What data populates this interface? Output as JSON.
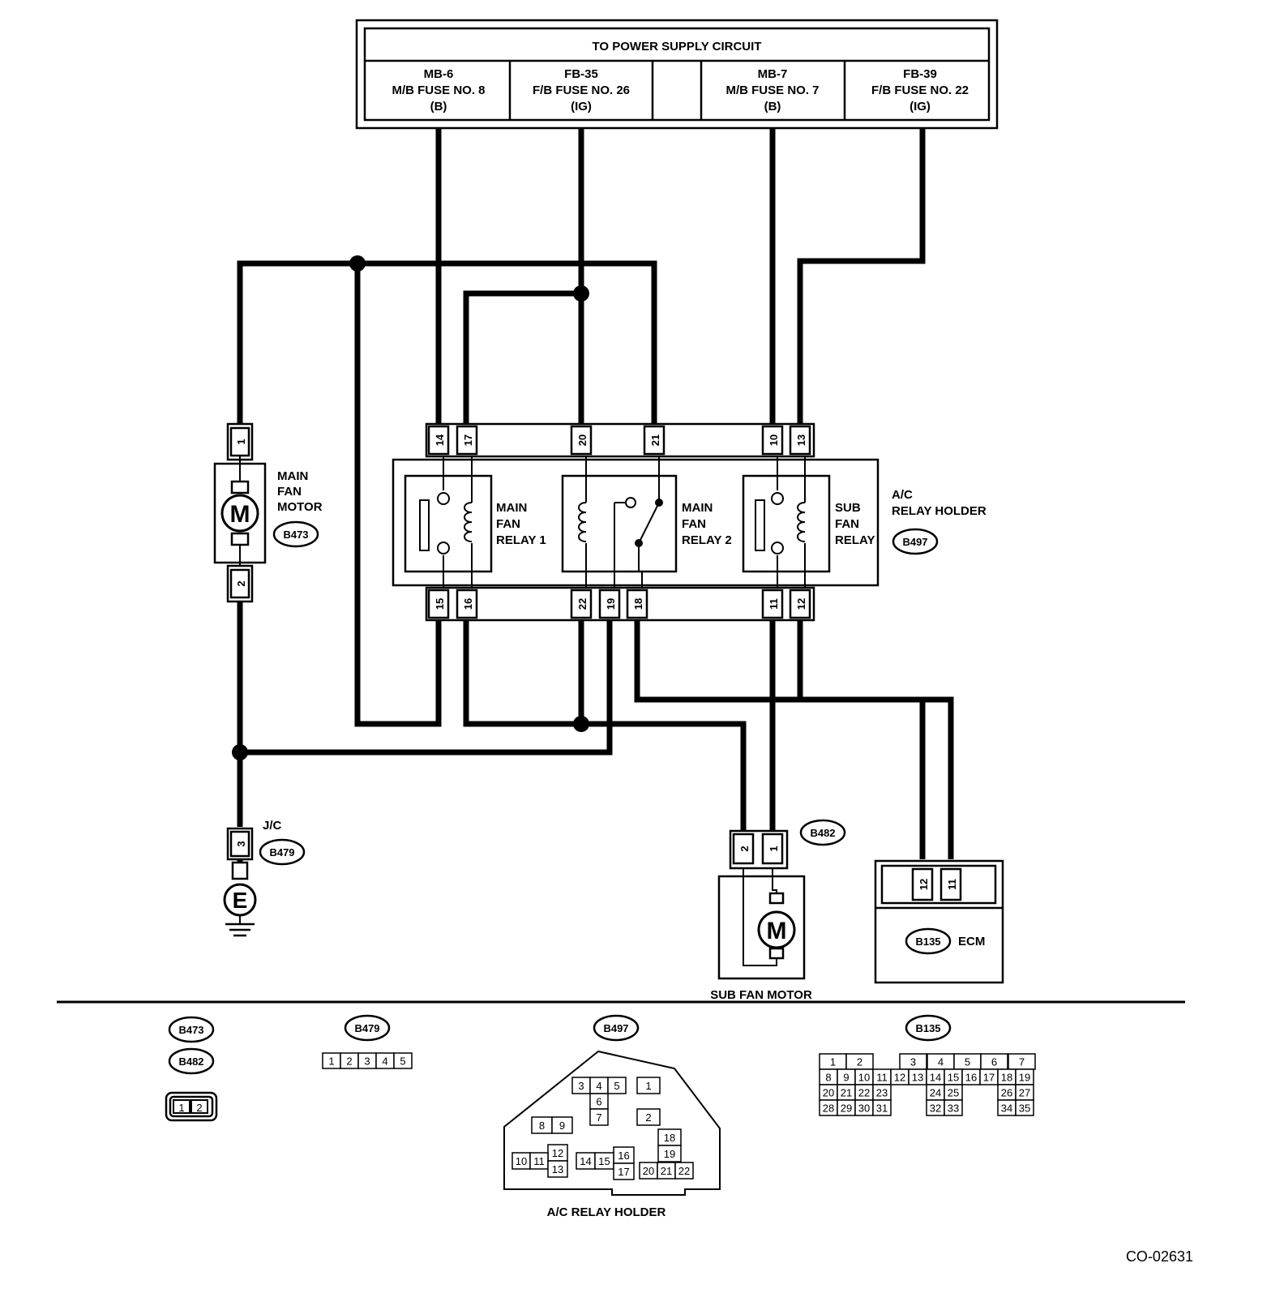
{
  "power_supply": {
    "title": "TO POWER SUPPLY CIRCUIT",
    "fuses": [
      {
        "conn": "MB-6",
        "name": "M/B FUSE NO. 8",
        "type": "(B)"
      },
      {
        "conn": "FB-35",
        "name": "F/B FUSE NO. 26",
        "type": "(IG)"
      },
      {
        "conn": "",
        "name": "",
        "type": ""
      },
      {
        "conn": "MB-7",
        "name": "M/B FUSE NO. 7",
        "type": "(B)"
      },
      {
        "conn": "FB-39",
        "name": "F/B FUSE NO. 22",
        "type": "(IG)"
      }
    ]
  },
  "relay_holder": {
    "label_1": "A/C",
    "label_2": "RELAY HOLDER",
    "connector": "B497",
    "top_pins": [
      "14",
      "17",
      "20",
      "21",
      "10",
      "13"
    ],
    "bottom_pins": [
      "15",
      "16",
      "22",
      "19",
      "18",
      "11",
      "12"
    ],
    "relays": [
      {
        "l1": "MAIN",
        "l2": "FAN",
        "l3": "RELAY 1"
      },
      {
        "l1": "MAIN",
        "l2": "FAN",
        "l3": "RELAY 2"
      },
      {
        "l1": "SUB",
        "l2": "FAN",
        "l3": "RELAY"
      }
    ]
  },
  "main_fan_motor": {
    "l1": "MAIN",
    "l2": "FAN",
    "l3": "MOTOR",
    "connector": "B473",
    "pin_top": "1",
    "pin_bottom": "2",
    "symbol": "M"
  },
  "joint_connector": {
    "label": "J/C",
    "connector": "B479",
    "pin": "3",
    "ground": "E"
  },
  "sub_fan_motor": {
    "label": "SUB FAN MOTOR",
    "connector": "B482",
    "pins": [
      "2",
      "1"
    ],
    "symbol": "M"
  },
  "ecm": {
    "label": "ECM",
    "connector": "B135",
    "pins": [
      "12",
      "11"
    ]
  },
  "connector_views": {
    "b473": "B473",
    "b482": "B482",
    "b473_pins": [
      "1",
      "2"
    ],
    "b479": "B479",
    "b479_pins": [
      "1",
      "2",
      "3",
      "4",
      "5"
    ],
    "b497": "B497",
    "b497_caption": "A/C  RELAY HOLDER",
    "b497_pins": [
      "3",
      "4",
      "5",
      "1",
      "6",
      "2",
      "8",
      "9",
      "7",
      "18",
      "19",
      "12",
      "16",
      "10",
      "11",
      "13",
      "14",
      "15",
      "17",
      "20",
      "21",
      "22"
    ],
    "b135": "B135",
    "b135_rows": [
      [
        "1",
        "2",
        "3",
        "4",
        "5",
        "6",
        "7"
      ],
      [
        "8",
        "9",
        "10",
        "11",
        "12",
        "13",
        "14",
        "15",
        "16",
        "17",
        "18",
        "19"
      ],
      [
        "20",
        "21",
        "22",
        "23",
        "24",
        "25",
        "26",
        "27"
      ],
      [
        "28",
        "29",
        "30",
        "31",
        "32",
        "33",
        "34",
        "35"
      ]
    ]
  },
  "figure_code": "CO-02631"
}
